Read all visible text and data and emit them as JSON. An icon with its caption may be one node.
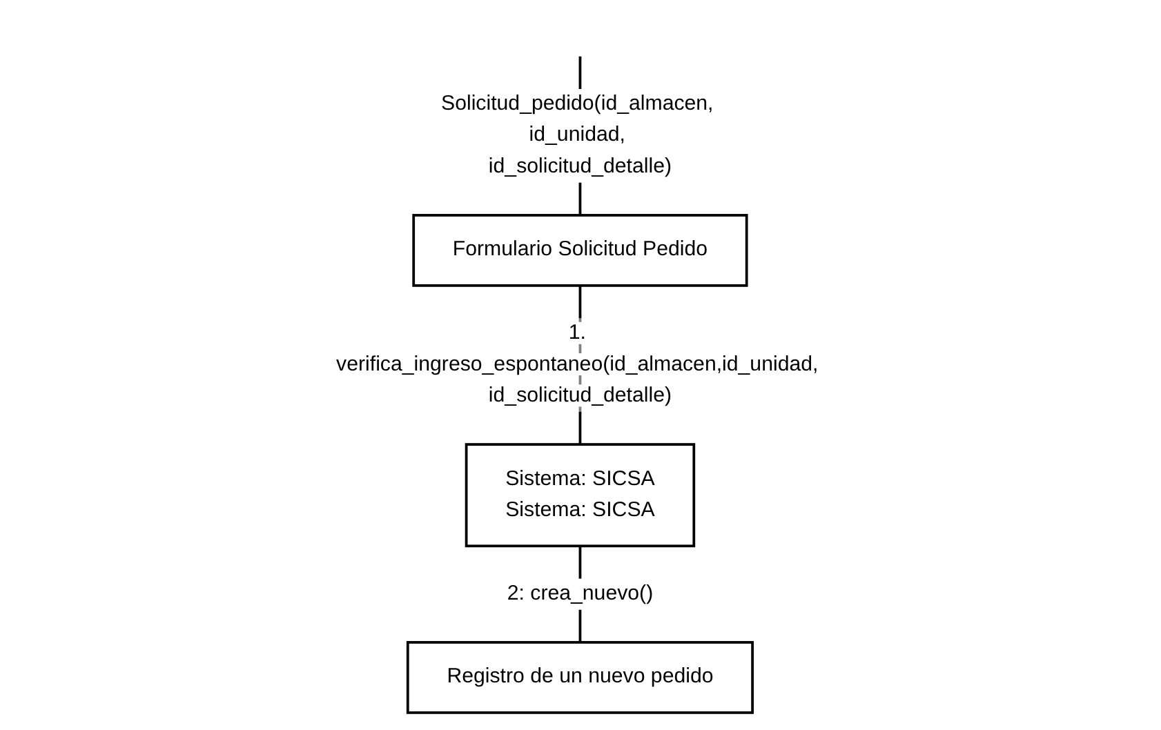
{
  "diagram": {
    "nodes": [
      {
        "text": [
          "Formulario Solicitud Pedido"
        ]
      },
      {
        "text": [
          "Sistema: SICSA",
          "Sistema: SICSA"
        ]
      },
      {
        "text": [
          "Registro de un nuevo pedido"
        ]
      }
    ],
    "edges": [
      {
        "from": null,
        "to": 0,
        "arrow": "none",
        "label": "Solicitud_pedido(id_almacen, id_unidad, id_solicitud_detalle)"
      },
      {
        "from": 0,
        "to": 1,
        "arrow": "none",
        "label": "1. verifica_ingreso_espontaneo(id_almacen,id_unidad, id_solicitud_detalle)"
      },
      {
        "from": 1,
        "to": 2,
        "arrow": "none",
        "label": "2: crea_nuevo()"
      }
    ]
  }
}
